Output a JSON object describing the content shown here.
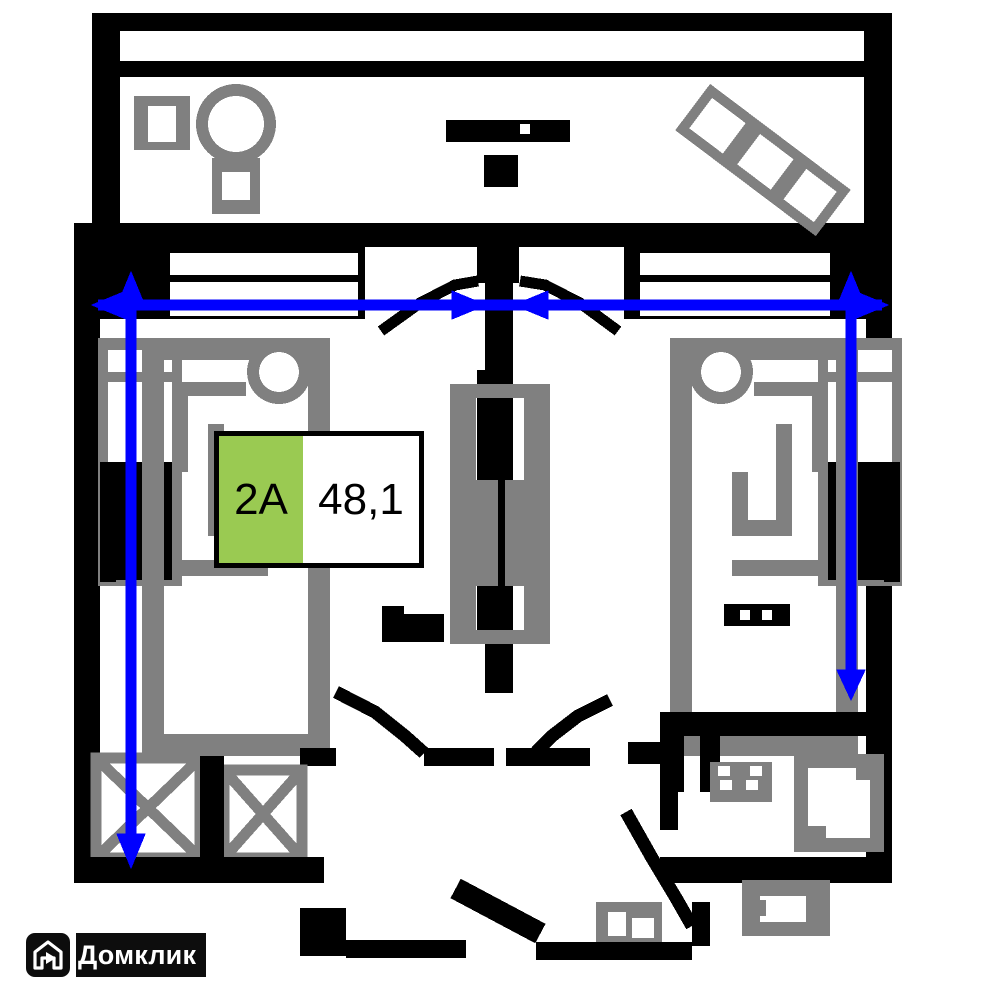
{
  "document": {
    "type": "apartment-floor-plan",
    "orientation": "landscape-block",
    "background_color": "#ffffff"
  },
  "area_label": {
    "code": "2A",
    "area": "48,1",
    "code_background": "#9ACA52",
    "area_background": "#ffffff",
    "border_color": "#000000"
  },
  "colors": {
    "wall": "#000000",
    "furniture": "#808080",
    "dimension": "#0000FF",
    "highlight_green": "#9ACA52",
    "floor": "#ffffff"
  },
  "watermark": {
    "brand": "Домклик",
    "icon": "house-logo-icon",
    "background": "#0d0d0d",
    "text_color": "#ffffff"
  },
  "dimensions": {
    "top_horizontal": {
      "label": "",
      "style": "double-arrow",
      "color": "#0000FF"
    },
    "left_vertical": {
      "label": "",
      "style": "double-arrow",
      "color": "#0000FF"
    },
    "right_vertical": {
      "label": "",
      "style": "double-arrow",
      "color": "#0000FF"
    }
  },
  "rooms": [
    {
      "name": "balcony-top",
      "icons": [
        "chair",
        "round-table",
        "sofa-diagonal"
      ]
    },
    {
      "name": "living-room-left",
      "icons": [
        "wardrobe",
        "armchair",
        "bed"
      ]
    },
    {
      "name": "living-room-right",
      "icons": [
        "wardrobe",
        "armchair",
        "bed"
      ]
    },
    {
      "name": "hall-center",
      "icons": [
        "door-swing"
      ]
    },
    {
      "name": "bathroom-left",
      "icons": [
        "closet-x"
      ]
    },
    {
      "name": "kitchen-right",
      "icons": [
        "stove",
        "sink",
        "counter"
      ]
    }
  ],
  "features": {
    "door_swings": 6,
    "closet_x_marks": 2,
    "window_openings": 4
  }
}
